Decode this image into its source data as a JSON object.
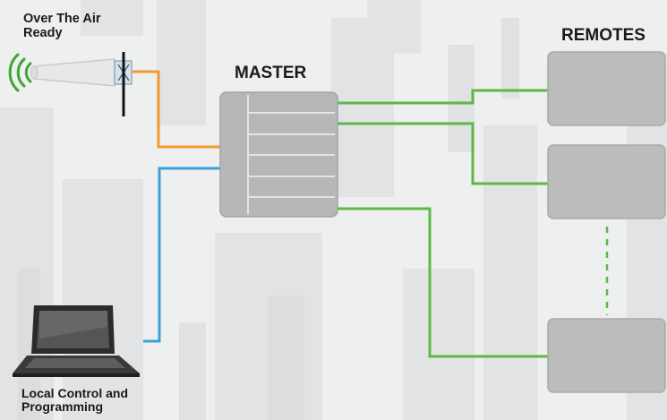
{
  "labels": {
    "over_the_air": "Over The Air Ready",
    "master": "MASTER",
    "remotes": "REMOTES",
    "local_control": "Local Control and Programming"
  },
  "colors": {
    "antenna_link": "#f39a2c",
    "local_link": "#3aa0dc",
    "remote_link": "#5db847",
    "signal_waves": "#3fa535",
    "box_fill": "#bdbdbd",
    "box_stroke": "#a7a7a7"
  },
  "icons": [
    "antenna-icon",
    "signal-waves-icon",
    "laptop-icon"
  ]
}
